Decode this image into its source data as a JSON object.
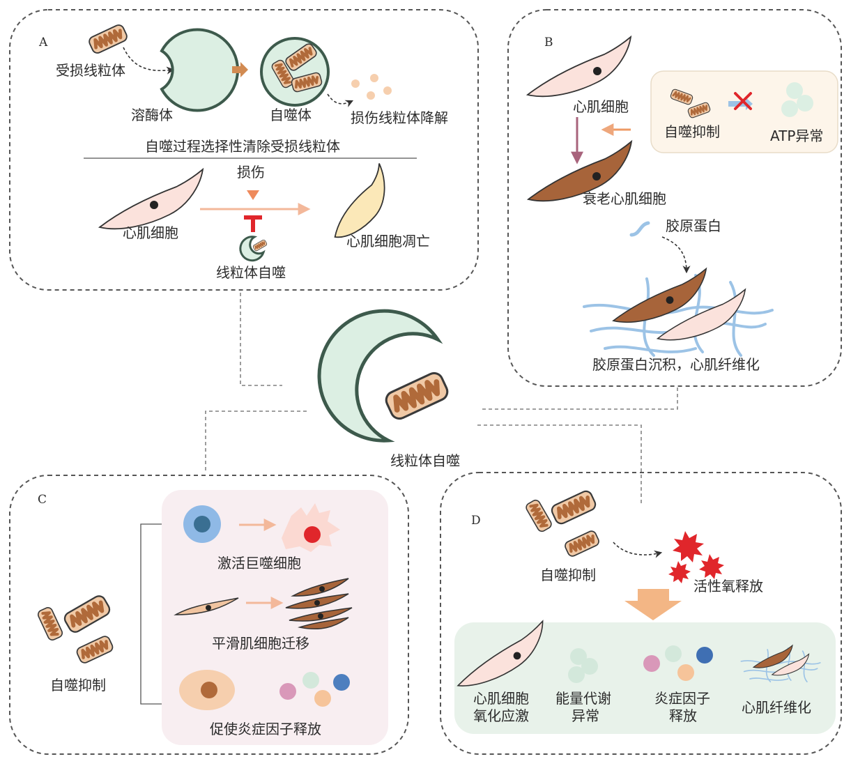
{
  "panels": {
    "a": {
      "letter": "A",
      "damaged_mito": "受损线粒体",
      "lysosome": "溶酶体",
      "autophagosome": "自噬体",
      "degradation": "损伤线粒体降解",
      "caption": "自噬过程选择性清除受损线粒体",
      "injury": "损伤",
      "cardiomyocyte": "心肌细胞",
      "apoptosis": "心肌细胞凋亡",
      "mitophagy": "线粒体自噬"
    },
    "b": {
      "letter": "B",
      "cardiomyocyte": "心肌细胞",
      "autophagy_inhibition": "自噬抑制",
      "atp_abnormal": "ATP异常",
      "senescent": "衰老心肌细胞",
      "collagen": "胶原蛋白",
      "fibrosis": "胶原蛋白沉积，心肌纤维化"
    },
    "center": {
      "label": "线粒体自噬"
    },
    "c": {
      "letter": "C",
      "autophagy_inhibition": "自噬抑制",
      "macrophage": "激活巨噬细胞",
      "smooth_muscle": "平滑肌细胞迁移",
      "inflammation": "促使炎症因子释放"
    },
    "d": {
      "letter": "D",
      "autophagy_inhibition": "自噬抑制",
      "ros": "活性氧释放",
      "oxidative_1": "心肌细胞",
      "oxidative_2": "氧化应激",
      "energy_1": "能量代谢",
      "energy_2": "异常",
      "inflam_1": "炎症因子",
      "inflam_2": "释放",
      "fibrosis": "心肌纤维化"
    }
  },
  "colors": {
    "lysosome_fill": "#dcefe3",
    "lysosome_stroke": "#3d5a4c",
    "mito_fill": "#f0c9a6",
    "mito_inner": "#b06a3a",
    "cardiomyocyte": "#fbe2dc",
    "senescent": "#a7643a",
    "apoptotic": "#fbe8b8",
    "arrow_orange": "#e9a073",
    "inhibit_red": "#e0262b",
    "collagen_blue": "#9cc3e6",
    "panel_c_bg": "#f8eef1",
    "panel_d_bg": "#e8f2ea",
    "panel_b_bg": "#fdf5ea"
  }
}
